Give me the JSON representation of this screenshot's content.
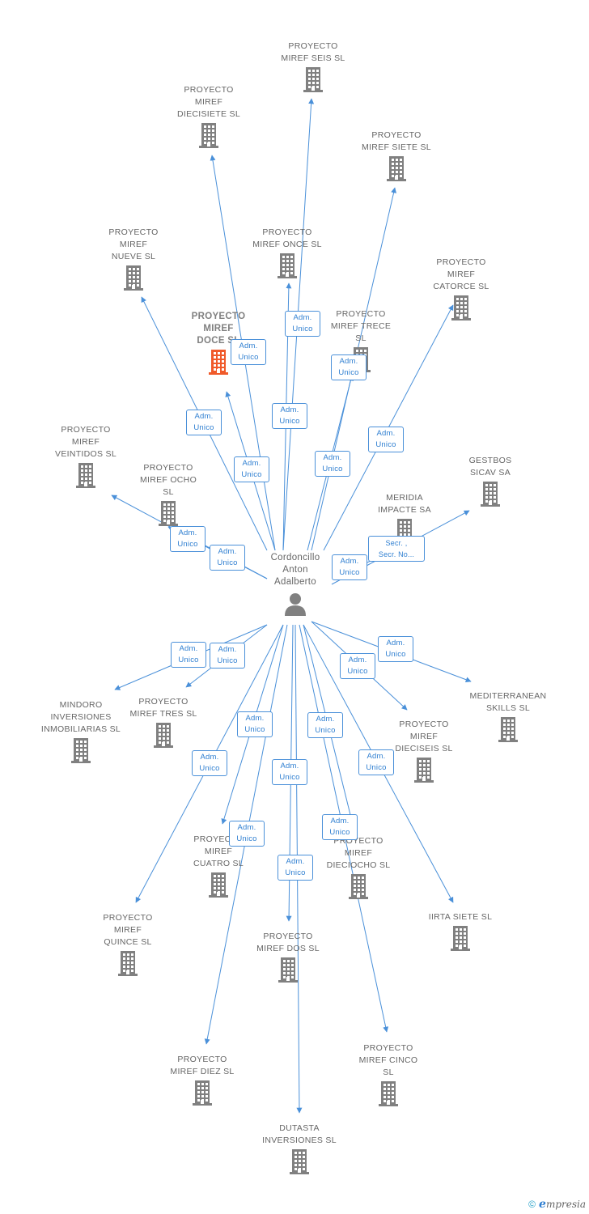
{
  "center": {
    "label": "Cordoncillo\nAnton\nAdalberto"
  },
  "colors": {
    "edge": "#4a90d9",
    "building": "#808080",
    "main_building": "#f05a2a",
    "person": "#808080"
  },
  "nodes": [
    {
      "id": "seis",
      "label": "PROYECTO\nMIREF SEIS  SL"
    },
    {
      "id": "diecisiete",
      "label": "PROYECTO\nMIREF\nDIECISIETE  SL"
    },
    {
      "id": "siete",
      "label": "PROYECTO\nMIREF SIETE  SL"
    },
    {
      "id": "nueve",
      "label": "PROYECTO\nMIREF\nNUEVE  SL"
    },
    {
      "id": "once",
      "label": "PROYECTO\nMIREF ONCE  SL"
    },
    {
      "id": "catorce",
      "label": "PROYECTO\nMIREF\nCATORCE  SL"
    },
    {
      "id": "doce",
      "label": "PROYECTO\nMIREF\nDOCE  SL",
      "main": true
    },
    {
      "id": "trece",
      "label": "PROYECTO\nMIREF TRECE\nSL"
    },
    {
      "id": "veintidos",
      "label": "PROYECTO\nMIREF\nVEINTIDOS  SL"
    },
    {
      "id": "ocho",
      "label": "PROYECTO\nMIREF OCHO\nSL"
    },
    {
      "id": "gestbos",
      "label": "GESTBOS\nSICAV SA"
    },
    {
      "id": "meridia",
      "label": "MERIDIA\nIMPACTE SA"
    },
    {
      "id": "mindoro",
      "label": "MINDORO\nINVERSIONES\nINMOBILIARIAS SL"
    },
    {
      "id": "tres",
      "label": "PROYECTO\nMIREF TRES  SL"
    },
    {
      "id": "mediterranean",
      "label": "MEDITERRANEAN\nSKILLS  SL"
    },
    {
      "id": "dieciseis",
      "label": "PROYECTO\nMIREF\nDIECISEIS  SL"
    },
    {
      "id": "cuatro",
      "label": "PROYECTO\nMIREF\nCUATRO  SL"
    },
    {
      "id": "dieciocho",
      "label": "PROYECTO\nMIREF\nDIECIOCHO  SL"
    },
    {
      "id": "quince",
      "label": "PROYECTO\nMIREF\nQUINCE  SL"
    },
    {
      "id": "dos",
      "label": "PROYECTO\nMIREF DOS  SL"
    },
    {
      "id": "iirta",
      "label": "IIRTA SIETE SL"
    },
    {
      "id": "diez",
      "label": "PROYECTO\nMIREF DIEZ  SL"
    },
    {
      "id": "cinco",
      "label": "PROYECTO\nMIREF CINCO\nSL"
    },
    {
      "id": "dutasta",
      "label": "DUTASTA\nINVERSIONES SL"
    }
  ],
  "badges": [
    {
      "lines": [
        "Adm.",
        "Unico"
      ]
    },
    {
      "lines": [
        "Adm.",
        "Unico"
      ]
    },
    {
      "lines": [
        "Adm.",
        "Unico"
      ]
    },
    {
      "lines": [
        "Adm.",
        "Unico"
      ]
    },
    {
      "lines": [
        "Adm.",
        "Unico"
      ]
    },
    {
      "lines": [
        "Adm.",
        "Unico"
      ]
    },
    {
      "lines": [
        "Adm.",
        "Unico"
      ]
    },
    {
      "lines": [
        "Adm.",
        "Unico"
      ]
    },
    {
      "lines": [
        "Adm.",
        "Unico"
      ]
    },
    {
      "lines": [
        "Adm.",
        "Unico"
      ]
    },
    {
      "lines": [
        "Secr. ,",
        "Secr. No..."
      ]
    },
    {
      "lines": [
        "Adm.",
        "Unico"
      ]
    },
    {
      "lines": [
        "Adm.",
        "Unico"
      ]
    },
    {
      "lines": [
        "Adm.",
        "Unico"
      ]
    },
    {
      "lines": [
        "Adm.",
        "Unico"
      ]
    },
    {
      "lines": [
        "Adm.",
        "Unico"
      ]
    },
    {
      "lines": [
        "Adm.",
        "Unico"
      ]
    },
    {
      "lines": [
        "Adm.",
        "Unico"
      ]
    },
    {
      "lines": [
        "Adm.",
        "Unico"
      ]
    },
    {
      "lines": [
        "Adm.",
        "Unico"
      ]
    },
    {
      "lines": [
        "Adm.",
        "Unico"
      ]
    },
    {
      "lines": [
        "Adm.",
        "Unico"
      ]
    },
    {
      "lines": [
        "Adm.",
        "Unico"
      ]
    },
    {
      "lines": [
        "Adm.",
        "Unico"
      ]
    }
  ],
  "footer": {
    "copyright": "©",
    "brand_initial": "e",
    "brand_rest": "mpresia"
  }
}
